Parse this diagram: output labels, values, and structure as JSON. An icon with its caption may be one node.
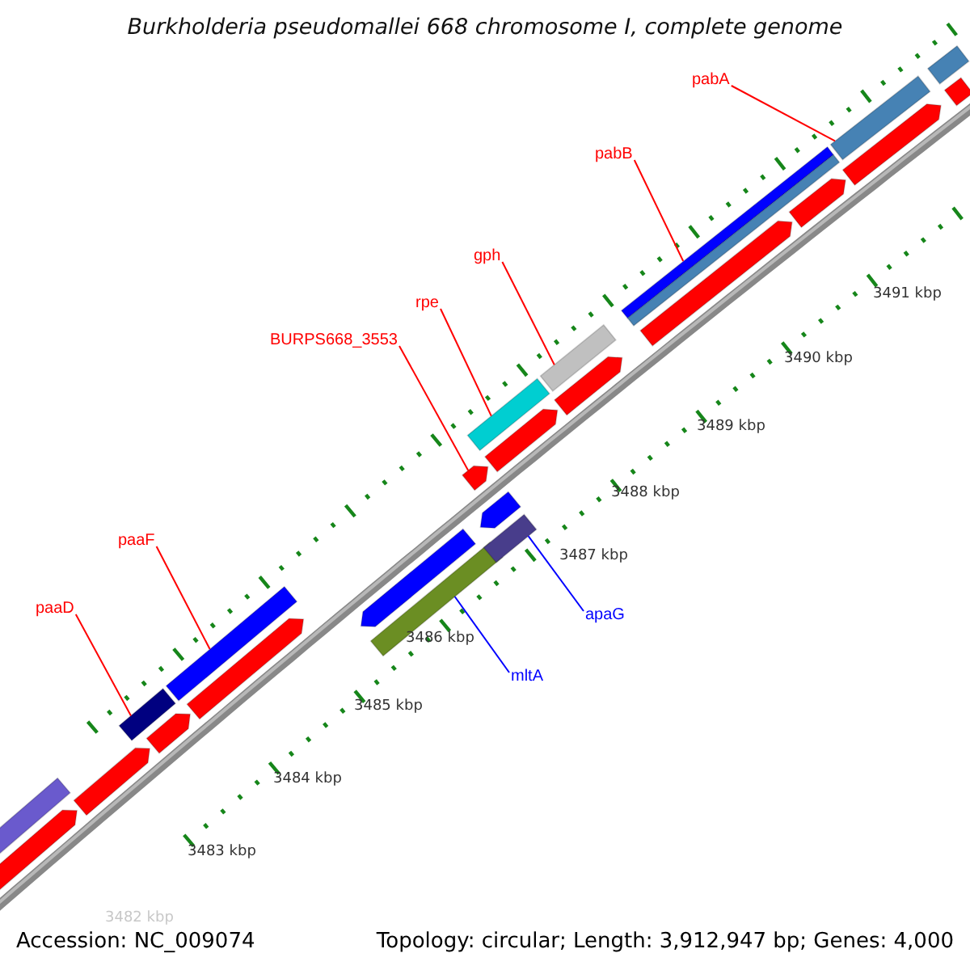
{
  "diagram": {
    "title": "Burkholderia pseudomallei 668 chromosome I, complete genome",
    "nodes": [
      {
        "text": [
          "pabA"
        ]
      },
      {
        "text": [
          "pabB"
        ]
      },
      {
        "text": [
          "gph"
        ]
      },
      {
        "text": [
          "rpe"
        ]
      },
      {
        "text": [
          "BURPS668_3553"
        ]
      },
      {
        "text": [
          "paaF"
        ]
      },
      {
        "text": [
          "paaD"
        ]
      },
      {
        "text": [
          "apaG"
        ]
      },
      {
        "text": [
          "mltA"
        ]
      },
      {
        "text": [],
        "shape": "bar"
      },
      {
        "text": [],
        "shape": "bar"
      },
      {
        "text": [],
        "shape": "bar"
      },
      {
        "text": [],
        "shape": "bar"
      },
      {
        "text": [],
        "shape": "bar"
      },
      {
        "text": [],
        "shape": "bar"
      },
      {
        "text": [],
        "shape": "bar"
      },
      {
        "text": [],
        "shape": "bar"
      },
      {
        "text": [],
        "shape": "bar"
      },
      {
        "text": [],
        "shape": "bar"
      },
      {
        "text": [],
        "shape": "bar"
      },
      {
        "text": [],
        "shape": "bar"
      },
      {
        "text": [],
        "shape": "bar"
      },
      {
        "text": [],
        "shape": "bar"
      },
      {
        "text": [],
        "shape": "bar"
      },
      {
        "text": [],
        "shape": "bar"
      },
      {
        "text": [],
        "shape": "bar"
      },
      {
        "text": [],
        "shape": "bar"
      },
      {
        "text": [],
        "shape": "bar"
      },
      {
        "text": [],
        "shape": "bar"
      },
      {
        "text": [],
        "shape": "bar"
      },
      {
        "text": [],
        "shape": "bar"
      },
      {
        "text": [],
        "shape": "bar"
      },
      {
        "text": [],
        "shape": "bar"
      }
    ],
    "edges": [
      {
        "from": 0,
        "to": 30,
        "arrow": "none"
      },
      {
        "from": 1,
        "to": 25,
        "arrow": "none"
      },
      {
        "from": 2,
        "to": 24,
        "arrow": "none"
      },
      {
        "from": 3,
        "to": 22,
        "arrow": "none"
      },
      {
        "from": 4,
        "to": 20,
        "arrow": "none"
      },
      {
        "from": 5,
        "to": 14,
        "arrow": "none"
      },
      {
        "from": 6,
        "to": 12,
        "arrow": "none"
      },
      {
        "from": 7,
        "to": 18,
        "arrow": "none",
        "color": "#0000ff"
      },
      {
        "from": 8,
        "to": 16,
        "arrow": "none",
        "color": "#0000ff"
      }
    ],
    "labels": [
      "3491 kbp",
      "3490 kbp",
      "3489 kbp",
      "3488 kbp",
      "3487 kbp",
      "3486 kbp",
      "3485 kbp",
      "3484 kbp",
      "3483 kbp",
      "3482 kbp",
      "Accession: NC_009074",
      "Topology: circular; Length: 3,912,947 bp; Genes: 4,000"
    ]
  }
}
